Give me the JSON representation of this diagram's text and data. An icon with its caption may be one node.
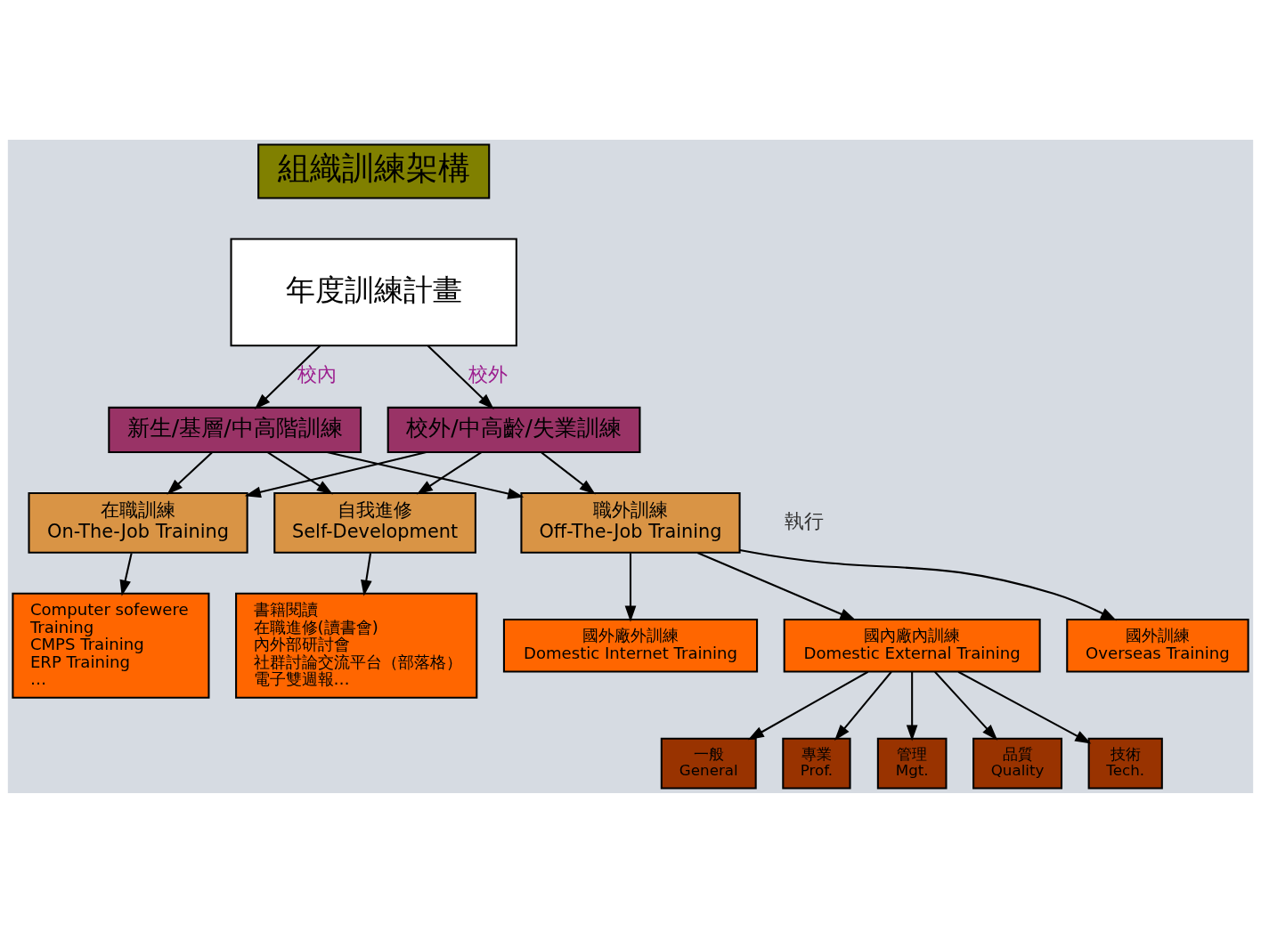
{
  "diagram": {
    "nodes": [
      {
        "text": [
          "組織訓練架構"
        ]
      },
      {
        "text": [
          "年度訓練計畫"
        ]
      },
      {
        "text": [
          "校外/中高齡/失業訓練"
        ]
      },
      {
        "text": [
          "新生/基層/中高階訓練"
        ]
      },
      {
        "text": [
          "在職訓練",
          "On-The-Job Training"
        ]
      },
      {
        "text": [
          "職外訓練",
          "Off-The-Job Training"
        ]
      },
      {
        "text": [
          "自我進修",
          "Self-Development"
        ]
      },
      {
        "text": [
          "Computer sofewere",
          "Training",
          "CMPS Training",
          "ERP Training",
          "…"
        ]
      },
      {
        "text": [
          "國外廠外訓練",
          "Domestic Internet Training"
        ]
      },
      {
        "text": [
          "國內廠內訓練",
          "Domestic External Training"
        ]
      },
      {
        "text": [
          "國外訓練",
          "Overseas Training"
        ]
      },
      {
        "text": [
          "書籍閱讀",
          "在職進修(讀書會)",
          "內外部研討會",
          "社群討論交流平台（部落格）",
          "電子雙週報…"
        ]
      },
      {
        "text": [
          "一般",
          "General"
        ]
      },
      {
        "text": [
          "專業",
          "Prof."
        ]
      },
      {
        "text": [
          "管理",
          "Mgt."
        ]
      },
      {
        "text": [
          "品質",
          "Quality"
        ]
      },
      {
        "text": [
          "技術",
          "Tech."
        ]
      }
    ],
    "edges": [
      {
        "from": 1,
        "to": 2,
        "arrow": "to",
        "label": "校外"
      },
      {
        "from": 1,
        "to": 3,
        "arrow": "to",
        "label": "校內"
      },
      {
        "from": 2,
        "to": 4,
        "arrow": "to"
      },
      {
        "from": 2,
        "to": 5,
        "arrow": "to"
      },
      {
        "from": 2,
        "to": 6,
        "arrow": "to"
      },
      {
        "from": 3,
        "to": 4,
        "arrow": "to"
      },
      {
        "from": 3,
        "to": 5,
        "arrow": "to"
      },
      {
        "from": 3,
        "to": 6,
        "arrow": "to"
      },
      {
        "from": 4,
        "to": 7,
        "arrow": "to"
      },
      {
        "from": 5,
        "to": 8,
        "arrow": "to"
      },
      {
        "from": 5,
        "to": 9,
        "arrow": "to"
      },
      {
        "from": 5,
        "to": 10,
        "arrow": "to"
      },
      {
        "from": 6,
        "to": 11,
        "arrow": "to"
      },
      {
        "from": 9,
        "to": 12,
        "arrow": "to"
      },
      {
        "from": 9,
        "to": 13,
        "arrow": "to"
      },
      {
        "from": 9,
        "to": 14,
        "arrow": "to"
      },
      {
        "from": 9,
        "to": 15,
        "arrow": "to"
      },
      {
        "from": 9,
        "to": 16,
        "arrow": "to"
      }
    ],
    "labels": [
      "執行"
    ]
  }
}
